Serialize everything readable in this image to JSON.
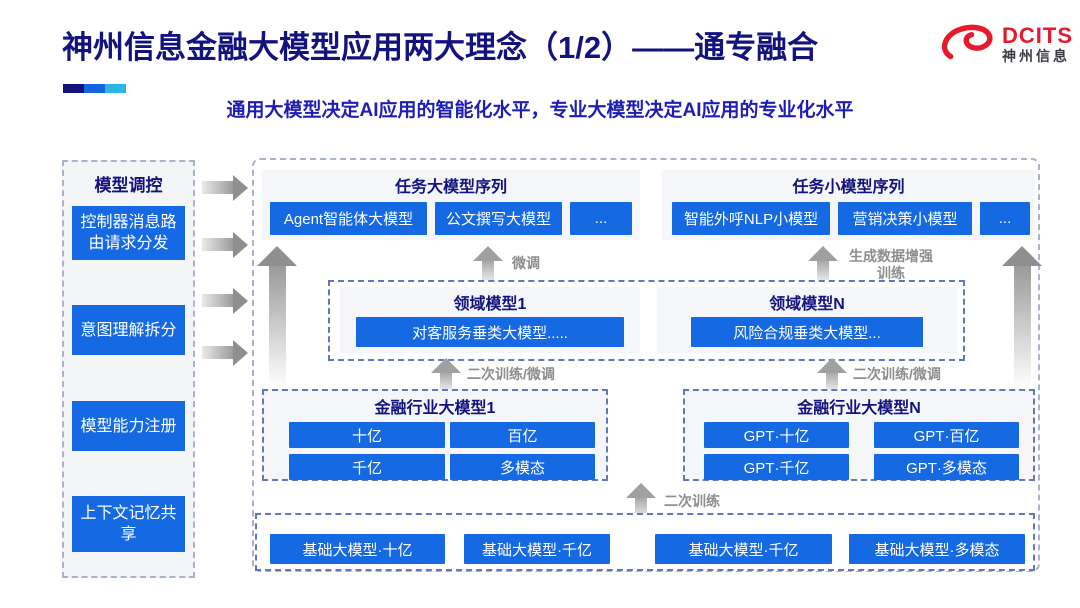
{
  "header": {
    "title": "神州信息金融大模型应用两大理念（1/2）——通专融合",
    "subtitle": "通用大模型决定AI应用的智能化水平，专业大模型决定AI应用的专业化水平",
    "logo": {
      "brand": "DCITS",
      "brand_cn": "神州信息"
    }
  },
  "sidebar": {
    "header": "模型调控",
    "items": [
      "控制器消息路由请求分发",
      "意图理解拆分",
      "模型能力注册",
      "上下文记忆共享"
    ]
  },
  "task_models": {
    "large": {
      "title": "任务大模型序列",
      "items": [
        "Agent智能体大模型",
        "公文撰写大模型",
        "..."
      ]
    },
    "small": {
      "title": "任务小模型序列",
      "items": [
        "智能外呼NLP小模型",
        "营销决策小模型",
        "..."
      ]
    }
  },
  "domain_models": {
    "d1": {
      "title": "领域模型1",
      "item": "对客服务垂类大模型....."
    },
    "dn": {
      "title": "领域模型N",
      "item": "风险合规垂类大模型..."
    }
  },
  "industry_models": {
    "i1": {
      "title": "金融行业大模型1",
      "items": [
        "十亿",
        "百亿",
        "千亿",
        "多模态"
      ]
    },
    "in": {
      "title": "金融行业大模型N",
      "items": [
        "GPT·十亿",
        "GPT·百亿",
        "GPT·千亿",
        "GPT·多模态"
      ]
    }
  },
  "base_models": {
    "items": [
      "基础大模型·十亿",
      "基础大模型·千亿",
      "基础大模型·千亿",
      "基础大模型·多模态"
    ]
  },
  "arrow_labels": {
    "fine_tune": "微调",
    "gen_data_training": "生成数据增强训练",
    "retrain_finetune_left": "二次训练/微调",
    "retrain_finetune_right": "二次训练/微调",
    "retrain": "二次训练"
  },
  "colors": {
    "accent_blue": "#1569e2",
    "title_navy": "#13137e",
    "subtitle_blue": "#1e1eb4",
    "logo_red": "#e8192c",
    "label_gray": "#8d8d8d",
    "title_bar": [
      "#13137e",
      "#1565e0",
      "#2db5e6"
    ]
  }
}
